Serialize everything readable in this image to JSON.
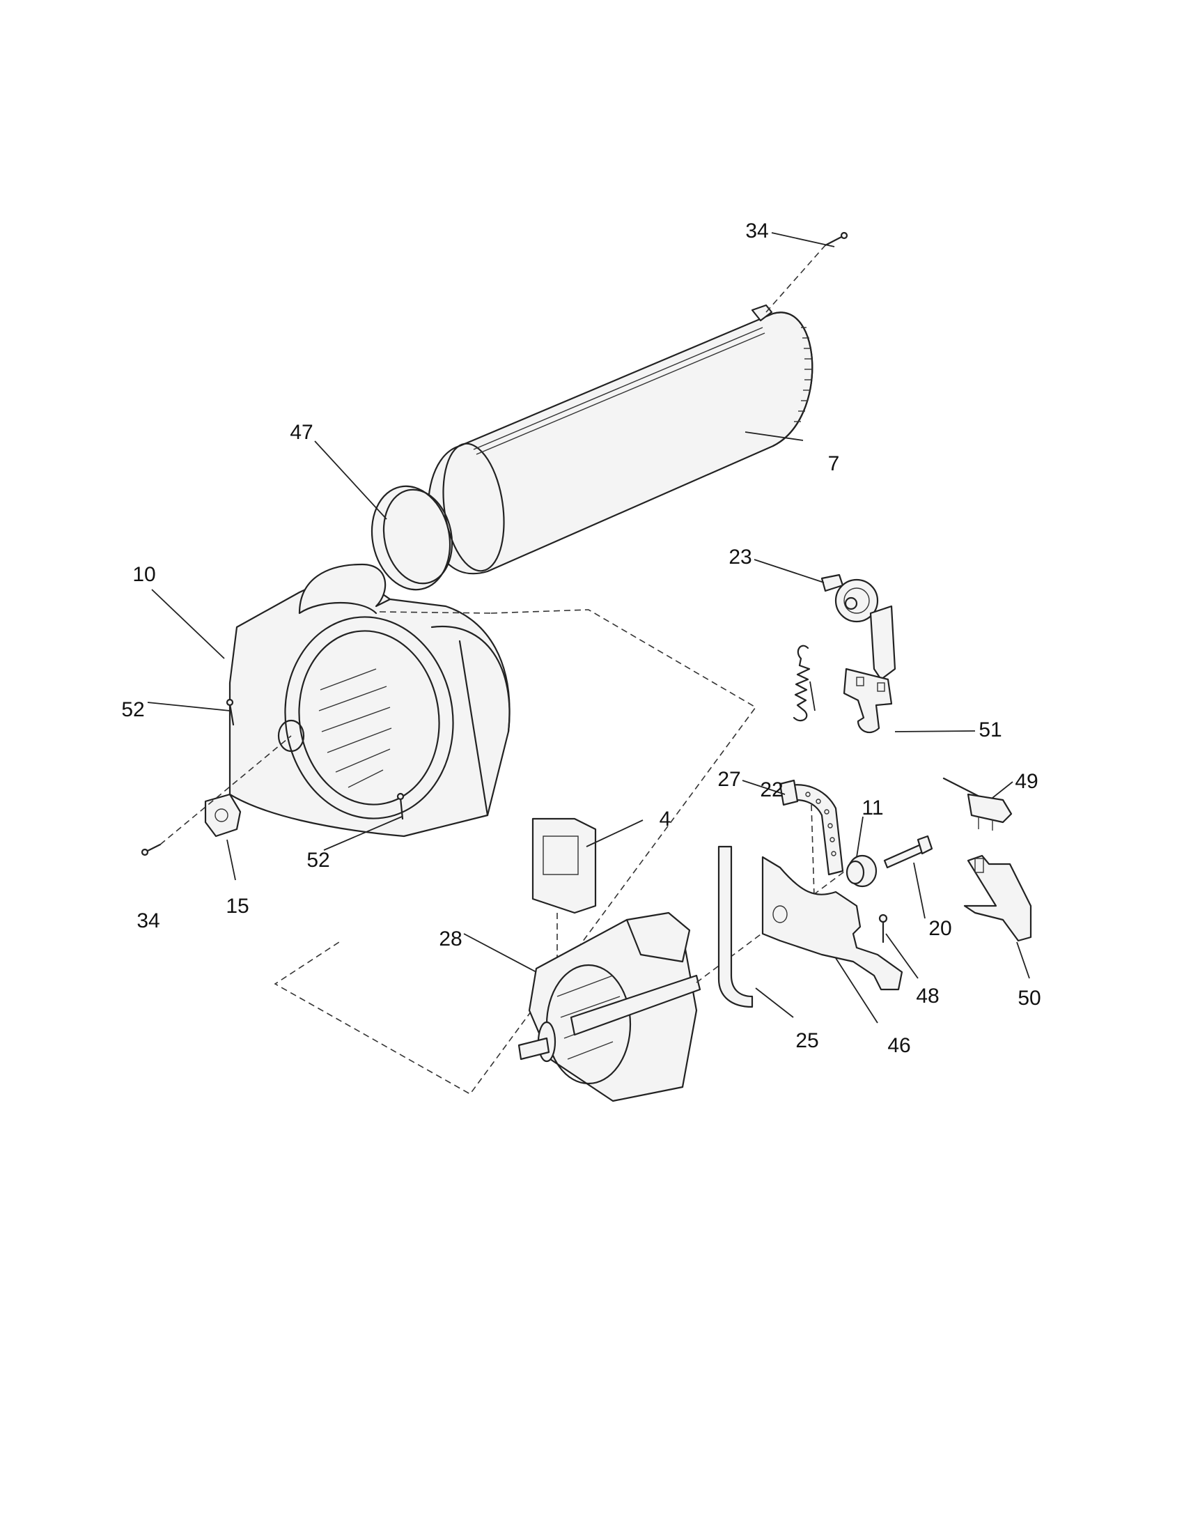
{
  "callouts": {
    "c34_top": "34",
    "c7": "7",
    "c47": "47",
    "c23": "23",
    "c10": "10",
    "c52_left": "52",
    "c22": "22",
    "c51": "51",
    "c49": "49",
    "c27": "27",
    "c11": "11",
    "c4": "4",
    "c52_bottom": "52",
    "c34_left": "34",
    "c15": "15",
    "c20": "20",
    "c28": "28",
    "c48": "48",
    "c50": "50",
    "c25": "25",
    "c46": "46"
  }
}
